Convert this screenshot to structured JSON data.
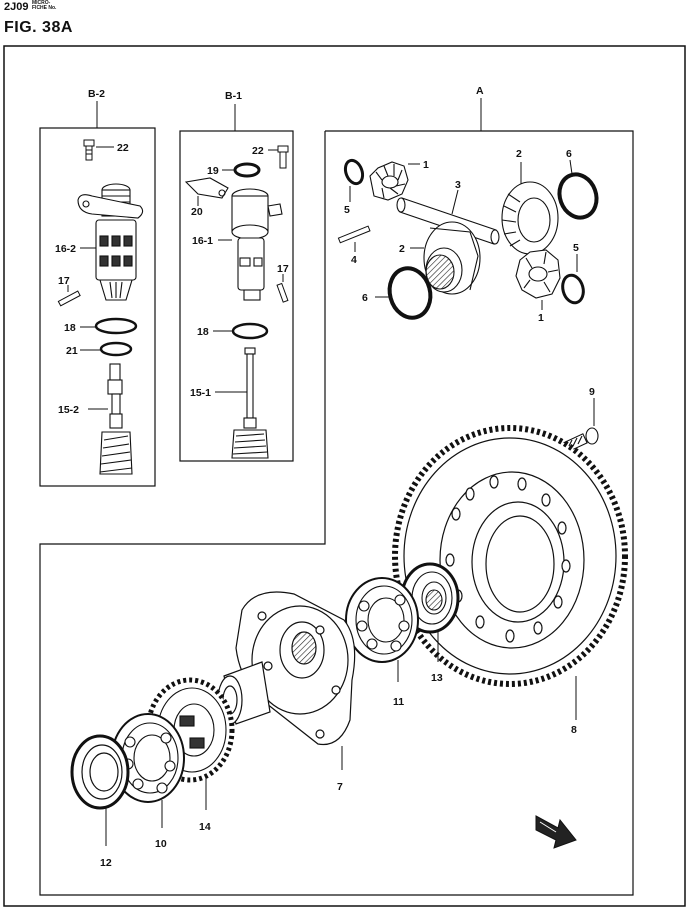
{
  "header": {
    "code": "2J09",
    "micro_line1": "MICRO-",
    "micro_line2": "FICHE No.",
    "figure": "FIG. 38A"
  },
  "groups": {
    "b2": "B-2",
    "b1": "B-1",
    "a": "A"
  },
  "callouts": {
    "b2_22": "22",
    "b2_16_2": "16-2",
    "b2_17": "17",
    "b2_18": "18",
    "b2_21": "21",
    "b2_15_2": "15-2",
    "b1_22": "22",
    "b1_19": "19",
    "b1_20": "20",
    "b1_16_1": "16-1",
    "b1_17": "17",
    "b1_18": "18",
    "b1_15_1": "15-1",
    "a_1_top": "1",
    "a_5_left": "5",
    "a_3": "3",
    "a_2_top": "2",
    "a_6_right": "6",
    "a_4": "4",
    "a_2_left": "2",
    "a_6_left": "6",
    "a_5_right": "5",
    "a_1_bottom": "1",
    "p9": "9",
    "p8": "8",
    "p13": "13",
    "p11": "11",
    "p7": "7",
    "p14": "14",
    "p10": "10",
    "p12": "12"
  }
}
